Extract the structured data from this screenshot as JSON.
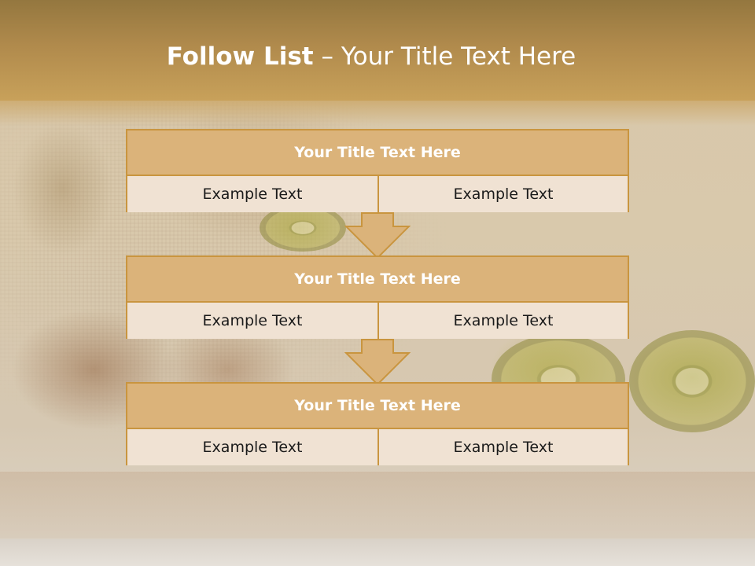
{
  "slide": {
    "title_bold": "Follow List",
    "title_rest": " – Your Title Text Here"
  },
  "steps": [
    {
      "title": "Your Title Text Here",
      "left": "Example Text",
      "right": "Example Text"
    },
    {
      "title": "Your Title Text Here",
      "left": "Example Text",
      "right": "Example Text"
    },
    {
      "title": "Your Title Text Here",
      "left": "Example Text",
      "right": "Example Text"
    }
  ],
  "colors": {
    "header": "#b08a4c",
    "box_header": "#dbb37a",
    "box_border": "#c9953f",
    "cell_fill": "#f0e2d3",
    "arrow_fill": "#dbb37a"
  }
}
